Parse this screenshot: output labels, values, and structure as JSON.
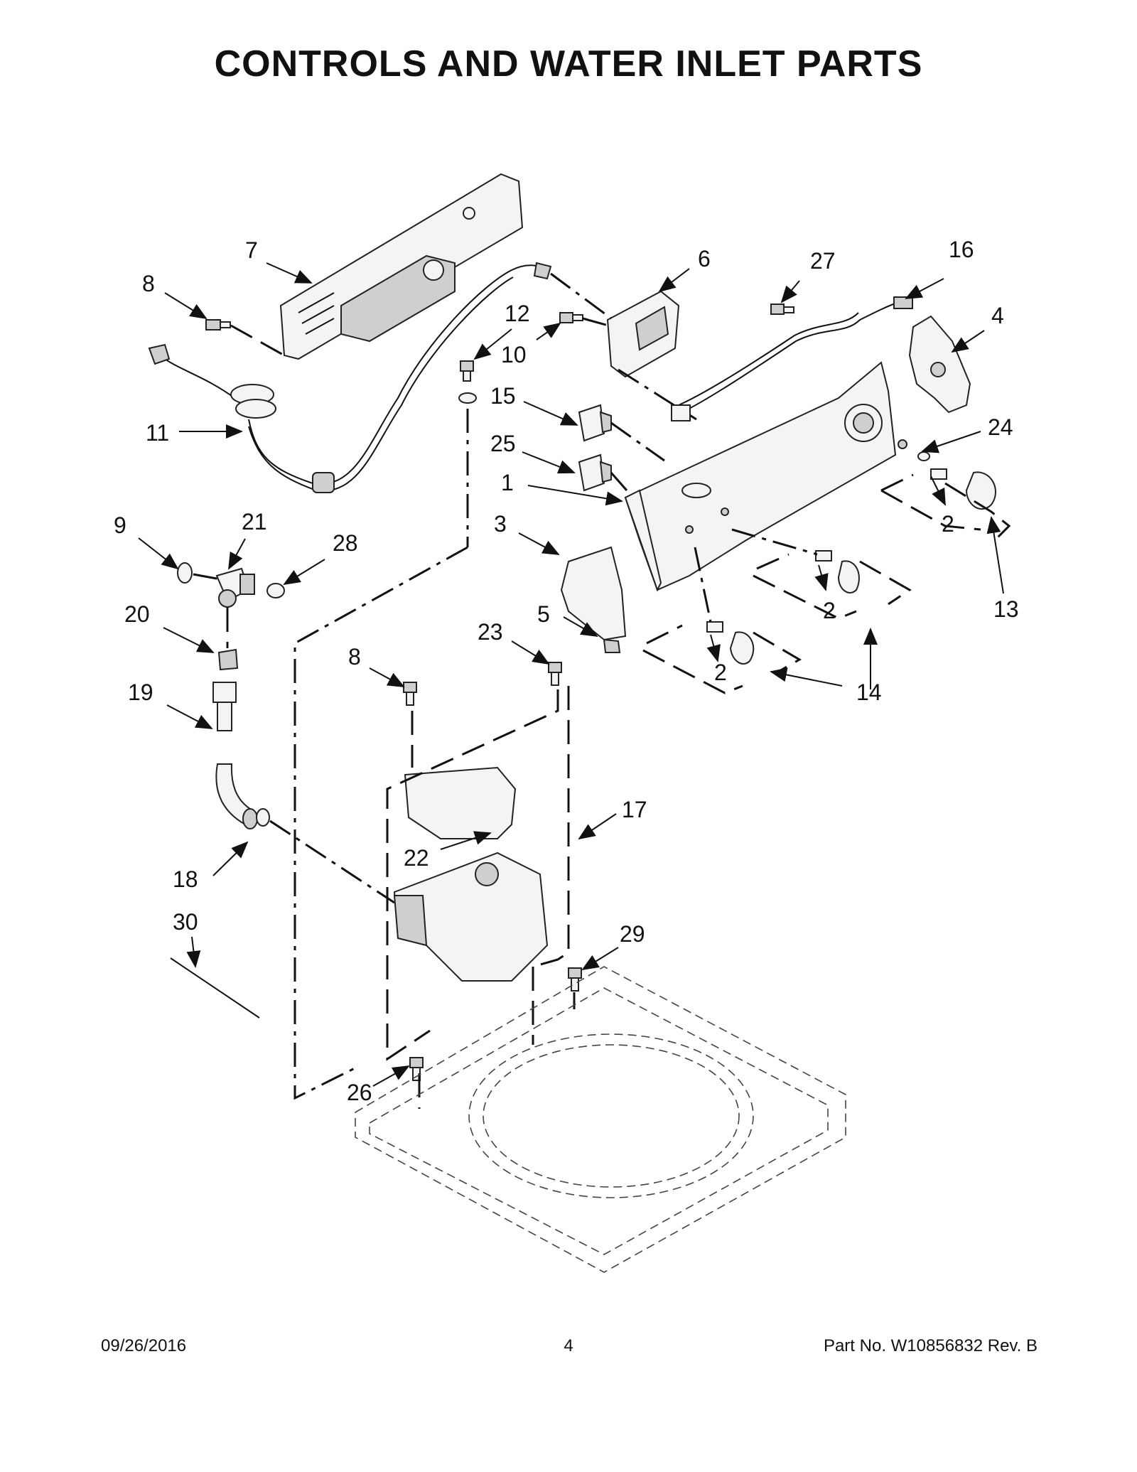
{
  "title": "CONTROLS AND WATER INLET PARTS",
  "footer": {
    "date": "09/26/2016",
    "page": "4",
    "part_number": "Part No.  W10856832  Rev.  B"
  },
  "callouts": {
    "c1": "1",
    "c2a": "2",
    "c2b": "2",
    "c2c": "2",
    "c3": "3",
    "c4": "4",
    "c5": "5",
    "c6": "6",
    "c7": "7",
    "c8a": "8",
    "c8b": "8",
    "c9": "9",
    "c10": "10",
    "c11": "11",
    "c12": "12",
    "c13": "13",
    "c14": "14",
    "c15": "15",
    "c16": "16",
    "c17": "17",
    "c18": "18",
    "c19": "19",
    "c20": "20",
    "c21": "21",
    "c22": "22",
    "c23": "23",
    "c24": "24",
    "c25": "25",
    "c26": "26",
    "c27": "27",
    "c28": "28",
    "c29": "29",
    "c30": "30"
  }
}
